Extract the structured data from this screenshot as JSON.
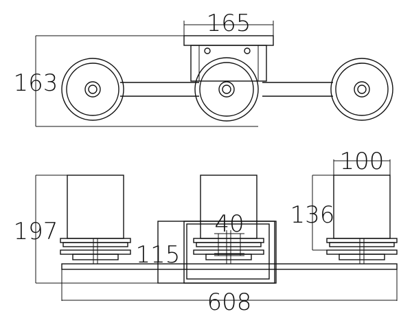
{
  "dimensions": {
    "top_width": "165",
    "top_height": "163",
    "bottom_block_width": "100",
    "left_height": "197",
    "right_height": "136",
    "center_height": "115",
    "pin_spacing": "40",
    "total_width": "608"
  },
  "colors": {
    "line": "#111111",
    "background": "#ffffff"
  }
}
